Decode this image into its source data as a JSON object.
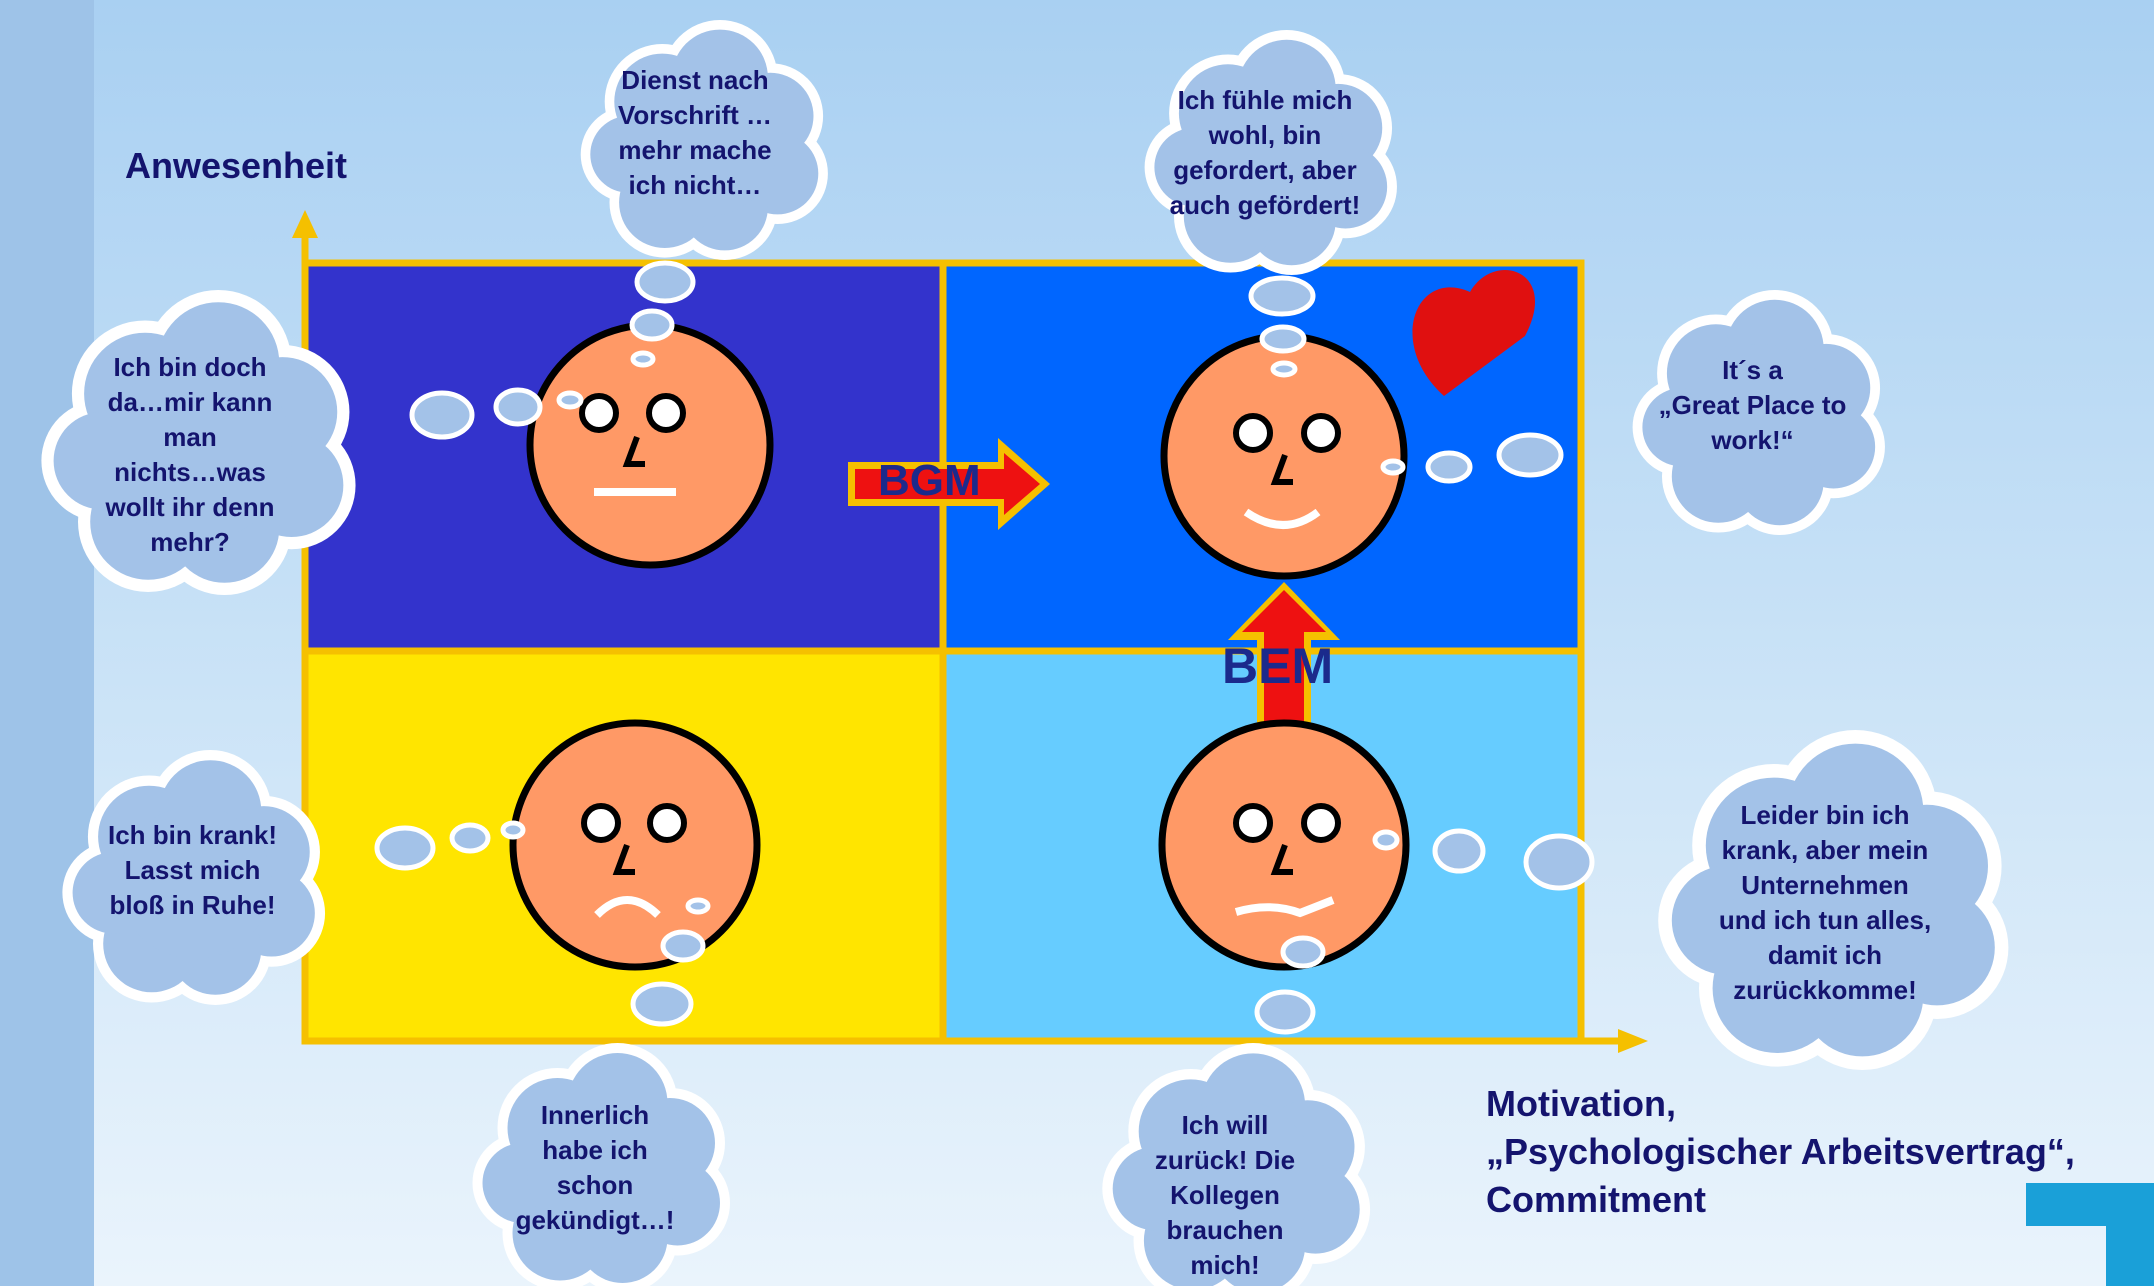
{
  "y_axis_label": "Anwesenheit",
  "x_axis_label_lines": [
    "Motivation,",
    "„Psychologischer Arbeitsvertrag“,",
    "Commitment"
  ],
  "arrows": {
    "horizontal": "BGM",
    "vertical": "BEM"
  },
  "bubbles": {
    "top_left_side": "Ich bin doch\nda…mir kann\nman\nnichts…was\nwollt ihr denn\nmehr?",
    "top_left_top": "Dienst nach\nVorschrift …\nmehr mache\nich nicht…",
    "top_right_top": "Ich fühle mich\nwohl, bin\ngefordert, aber\nauch gefördert!",
    "top_right_side": "It´s a\n„Great Place to\nwork!“",
    "bottom_left_side": "Ich bin krank!\nLasst mich\nbloß in Ruhe!",
    "bottom_left_bottom": "Innerlich\nhabe ich\nschon\ngekündigt…!",
    "bottom_right_bottom": "Ich will\nzurück! Die\nKollegen\nbrauchen\nmich!",
    "bottom_right_side": "Leider bin ich\nkrank, aber mein\nUnternehmen\nund ich tun alles,\ndamit ich\nzurückkomme!"
  },
  "colors": {
    "q_top_left": "#3333cc",
    "q_top_right": "#0066ff",
    "q_bottom_left": "#ffe500",
    "q_bottom_right": "#66ccff",
    "grid_lines": "#f5c000",
    "face": "#ff9966",
    "heart": "#e01010",
    "arrow_fill": "#ee1111",
    "cloud": "#a3c2e8"
  }
}
